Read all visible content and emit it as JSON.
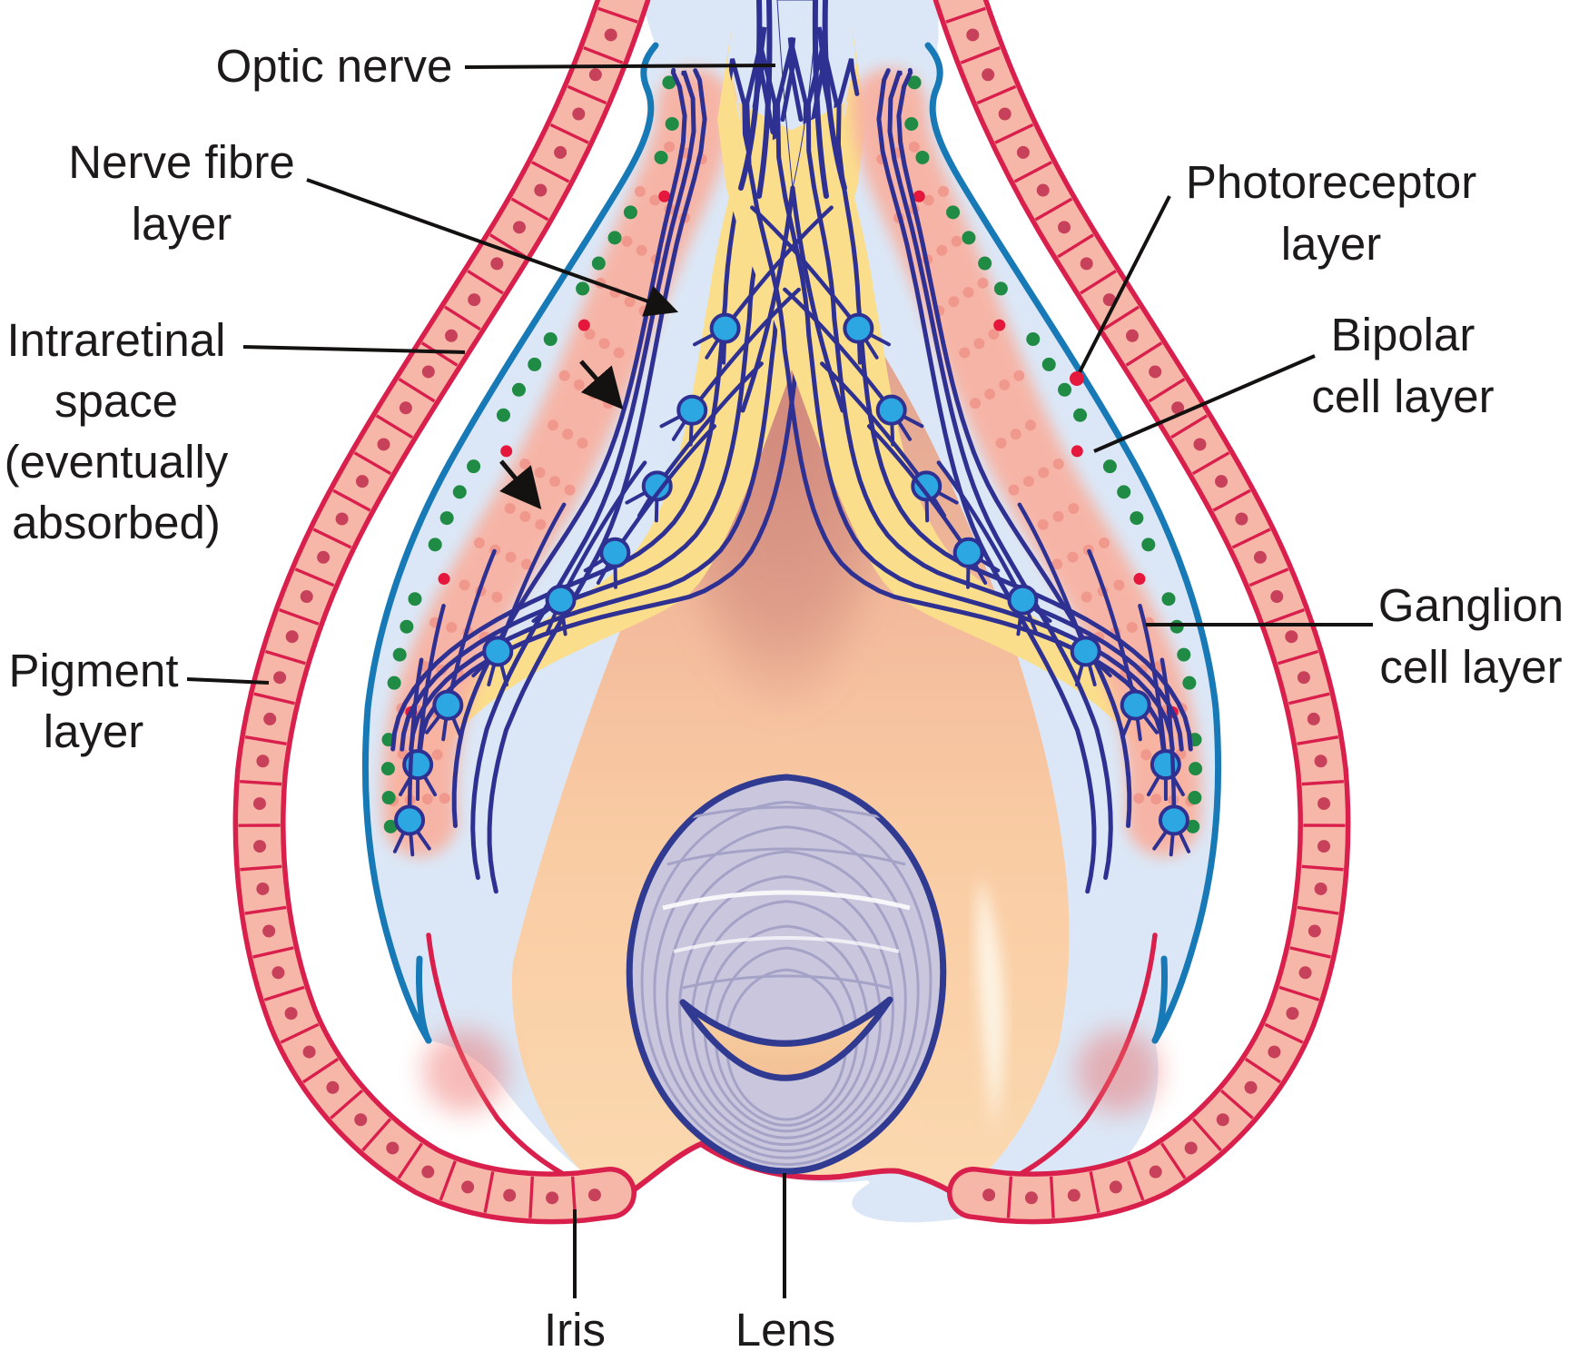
{
  "diagram": {
    "title_none": "",
    "labels": {
      "optic_nerve": "Optic nerve",
      "nerve_fibre_layer": [
        "Nerve fibre",
        "layer"
      ],
      "intraretinal_space": [
        "Intraretinal",
        "space",
        "(eventually",
        "absorbed)"
      ],
      "pigment_layer": [
        "Pigment",
        "layer"
      ],
      "photoreceptor_layer": [
        "Photoreceptor",
        "layer"
      ],
      "bipolar_cell_layer": [
        "Bipolar",
        "cell layer"
      ],
      "ganglion_cell_layer": [
        "Ganglion",
        "cell layer"
      ],
      "iris": "Iris",
      "lens": "Lens"
    },
    "colors": {
      "background": "#FFFFFF",
      "label_text": "#1D1A1B",
      "crimson": "#D91F4C",
      "pigment_cell_fill": "#F7B7A8",
      "pigment_nucleus": "#C8415B",
      "teal": "#1779B5",
      "retina_light_blue": "#DBE7F6",
      "navy": "#2E3192",
      "green_dot": "#1F8B44",
      "red_dot": "#E6173C",
      "photoreceptor_salmon": "#F8B2A2",
      "photoreceptor_dot": "#F0968B",
      "nerve_fibre_yellow": "#FBDE8C",
      "ganglion_cell_blue": "#2CA7E2",
      "vitreous_mauve": "#D6988A",
      "vitreous_peach": "#F9CBA3",
      "lens_lavender": "#C9C6DD",
      "lens_fibre_line": "#A5A2C7",
      "lens_outline": "#2F3A90",
      "highlight_cream": "#FDF6E8"
    }
  }
}
